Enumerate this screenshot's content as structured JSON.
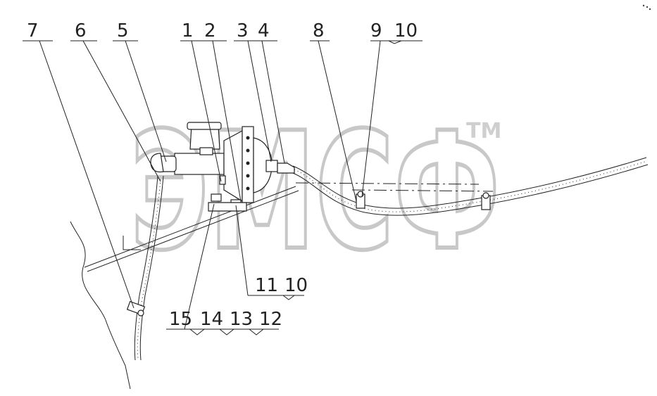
{
  "callouts": {
    "top": [
      "7",
      "6",
      "5",
      "1",
      "2",
      "3",
      "4",
      "8",
      "9",
      "10"
    ],
    "bottom_right": [
      "11",
      "10"
    ],
    "bottom_left": [
      "15",
      "14",
      "13",
      "12"
    ]
  },
  "watermark": {
    "text": "ЭМСФ",
    "trademark": "TM"
  }
}
